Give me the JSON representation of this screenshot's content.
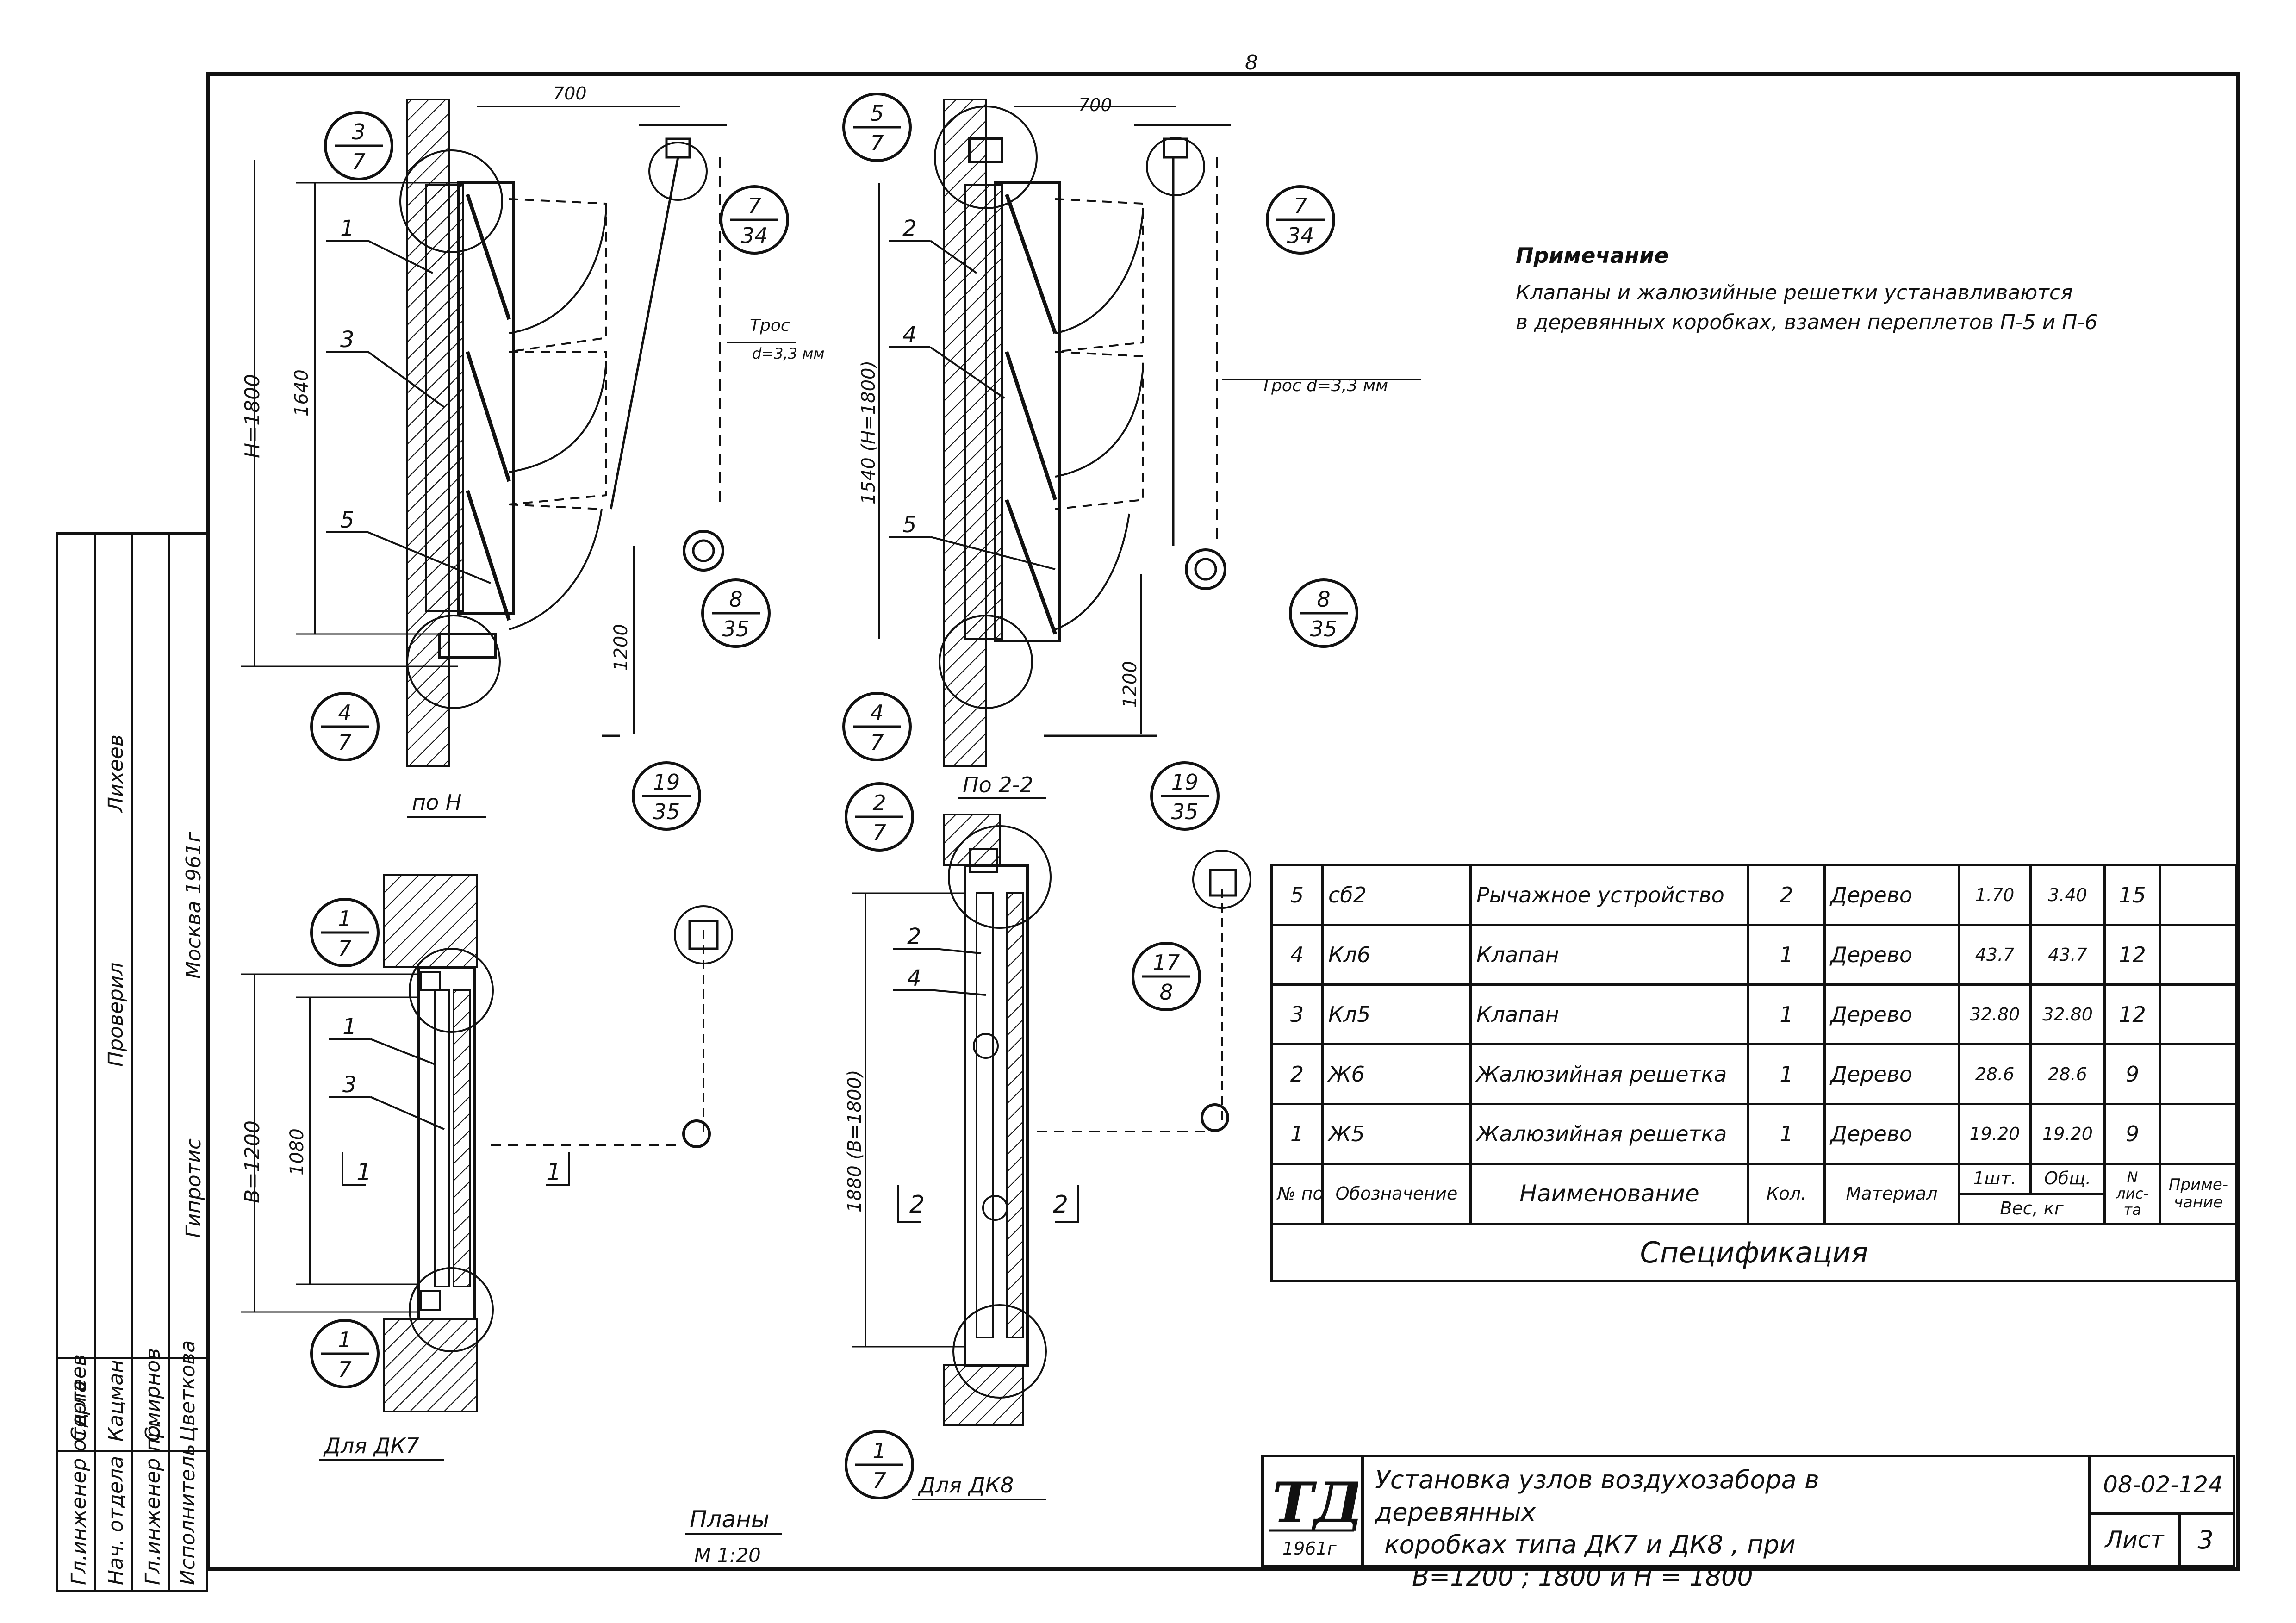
{
  "sheet": {
    "page_number": "8",
    "title_lines": [
      "Установка узлов воздухозабора в деревянных",
      "коробках типа ДК7 и ДК8 , при",
      "В=1200 ; 1800 и Н = 1800"
    ],
    "code": "08-02-124",
    "sheet_label": "Лист",
    "sheet_number": "3",
    "logo_text": "ТД",
    "logo_year": "1961г"
  },
  "note": {
    "heading": "Примечание",
    "text_lines": [
      "Клапаны и жалюзийные решетки устанавливаются",
      "в деревянных коробках, взамен переплетов П-5 и П-6"
    ]
  },
  "side_block": {
    "roles": [
      "Гл.инженер отд-ла",
      "Нач. отдела",
      "Гл.инженер пр.",
      "Исполнитель"
    ],
    "names": [
      "Сергеев",
      "Кацман",
      "Смирнов",
      "Цветкова"
    ],
    "org": "Гипротис",
    "city_year": "Москва 1961г",
    "checked": "Проверил",
    "checker": "Лихеев"
  },
  "views": {
    "view1_title": "по Н",
    "view2_title": "По 2-2",
    "plan1_title": "Для ДК7",
    "plan2_title": "Для ДК8",
    "plans_title": "Планы",
    "plans_scale": "М 1:20",
    "dims": {
      "v1_offset": "700",
      "v1_height": "Н=1800",
      "v1_inner": "1640",
      "v1_rope_drop": "1200",
      "v2_offset": "700",
      "v2_inner": "1540 (Н=1800)",
      "v2_rope_drop": "1200",
      "p1_width": "В=1200",
      "p1_inner": "1080",
      "p2_inner": "1880 (В=1800)"
    },
    "rope_label_1": "Трос",
    "rope_label_1b": "d=3,3 мм",
    "rope_label_2": "Трос d=3,3 мм",
    "callouts": [
      {
        "top": "3",
        "bottom": "7"
      },
      {
        "top": "7",
        "bottom": "34"
      },
      {
        "top": "8",
        "bottom": "35"
      },
      {
        "top": "4",
        "bottom": "7"
      },
      {
        "top": "5",
        "bottom": "7"
      },
      {
        "top": "7",
        "bottom": "34"
      },
      {
        "top": "8",
        "bottom": "35"
      },
      {
        "top": "4",
        "bottom": "7"
      },
      {
        "top": "19",
        "bottom": "35"
      },
      {
        "top": "1",
        "bottom": "7"
      },
      {
        "top": "1",
        "bottom": "7"
      },
      {
        "top": "2",
        "bottom": "7"
      },
      {
        "top": "19",
        "bottom": "35"
      },
      {
        "top": "17",
        "bottom": "8"
      },
      {
        "top": "1",
        "bottom": "7"
      }
    ],
    "leaders": [
      "1",
      "3",
      "5",
      "2",
      "4",
      "5",
      "1",
      "3",
      "2",
      "4"
    ],
    "section_marks": [
      "1",
      "1",
      "2",
      "2"
    ]
  },
  "specification": {
    "caption": "Спецификация",
    "headers": {
      "pos": "№ поз.",
      "designation": "Обозначение",
      "name": "Наименование",
      "qty": "Кол.",
      "material": "Материал",
      "w_unit": "1шт.",
      "w_total": "Общ.",
      "weight": "Вес, кг",
      "sheet": "N лис- та",
      "note": "Приме- чание"
    },
    "rows": [
      {
        "pos": "5",
        "designation": "сб2",
        "name": "Рычажное устройство",
        "qty": "2",
        "material": "Дерево",
        "w_unit": "1.70",
        "w_total": "3.40",
        "sheet": "15",
        "note": ""
      },
      {
        "pos": "4",
        "designation": "Кл6",
        "name": "Клапан",
        "qty": "1",
        "material": "Дерево",
        "w_unit": "43.7",
        "w_total": "43.7",
        "sheet": "12",
        "note": ""
      },
      {
        "pos": "3",
        "designation": "Кл5",
        "name": "Клапан",
        "qty": "1",
        "material": "Дерево",
        "w_unit": "32.80",
        "w_total": "32.80",
        "sheet": "12",
        "note": ""
      },
      {
        "pos": "2",
        "designation": "Ж6",
        "name": "Жалюзийная решетка",
        "qty": "1",
        "material": "Дерево",
        "w_unit": "28.6",
        "w_total": "28.6",
        "sheet": "9",
        "note": ""
      },
      {
        "pos": "1",
        "designation": "Ж5",
        "name": "Жалюзийная решетка",
        "qty": "1",
        "material": "Дерево",
        "w_unit": "19.20",
        "w_total": "19.20",
        "sheet": "9",
        "note": ""
      }
    ]
  }
}
